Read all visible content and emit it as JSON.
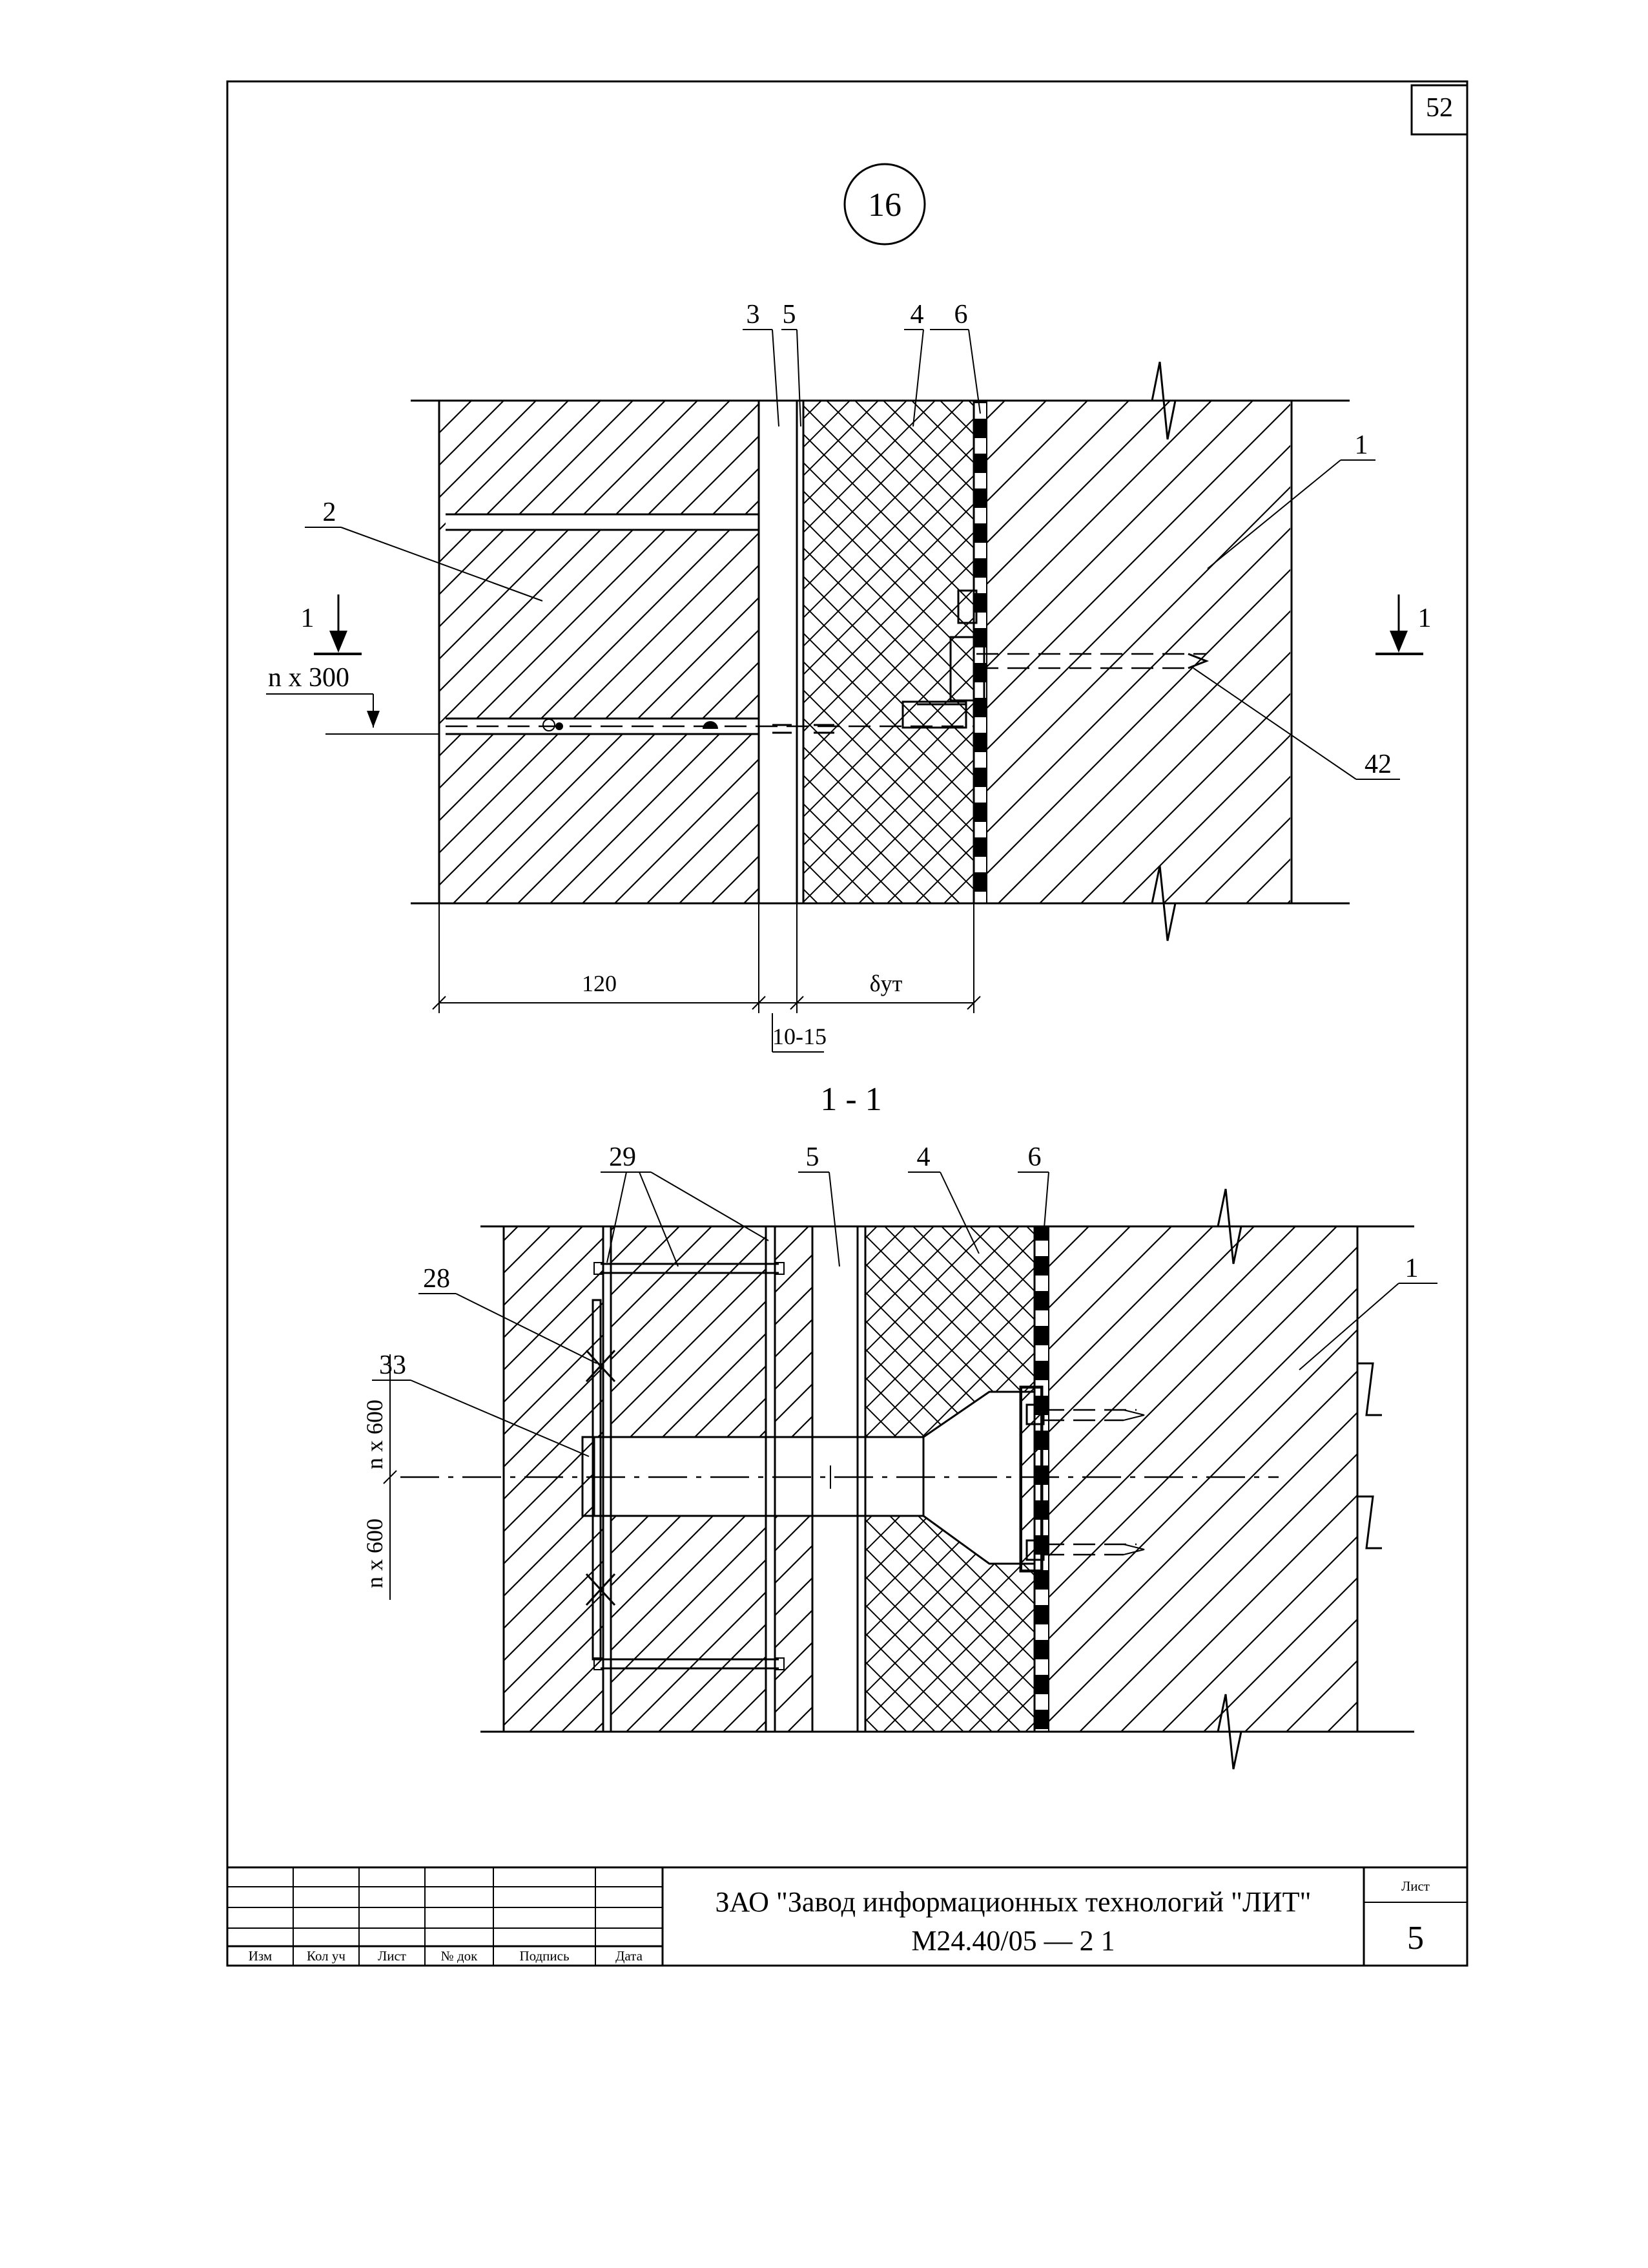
{
  "sheet": {
    "page_number": "52",
    "node_number": "16",
    "section_title": "1 - 1"
  },
  "upper_view": {
    "callouts": [
      "3",
      "5",
      "4",
      "6",
      "2",
      "1",
      "42"
    ],
    "section_mark_left": "1",
    "section_mark_right": "1",
    "step_label": "n x 300",
    "dim_masonry": "120",
    "dim_gap": "10-15",
    "dim_insulation": "δут"
  },
  "lower_view": {
    "callouts": [
      "29",
      "5",
      "4",
      "6",
      "28",
      "33",
      "1"
    ],
    "step_label_upper": "n x 600",
    "step_label_lower": "n x 600"
  },
  "title_block": {
    "organization": "ЗАО \"Завод информационных технологий \"ЛИТ\"",
    "document_code": "М24.40/05  —  2 1",
    "sheet_label": "Лист",
    "sheet_number": "5",
    "columns": [
      "Изм",
      "Кол уч",
      "Лист",
      "№ док",
      "Подпись",
      "Дата"
    ]
  }
}
